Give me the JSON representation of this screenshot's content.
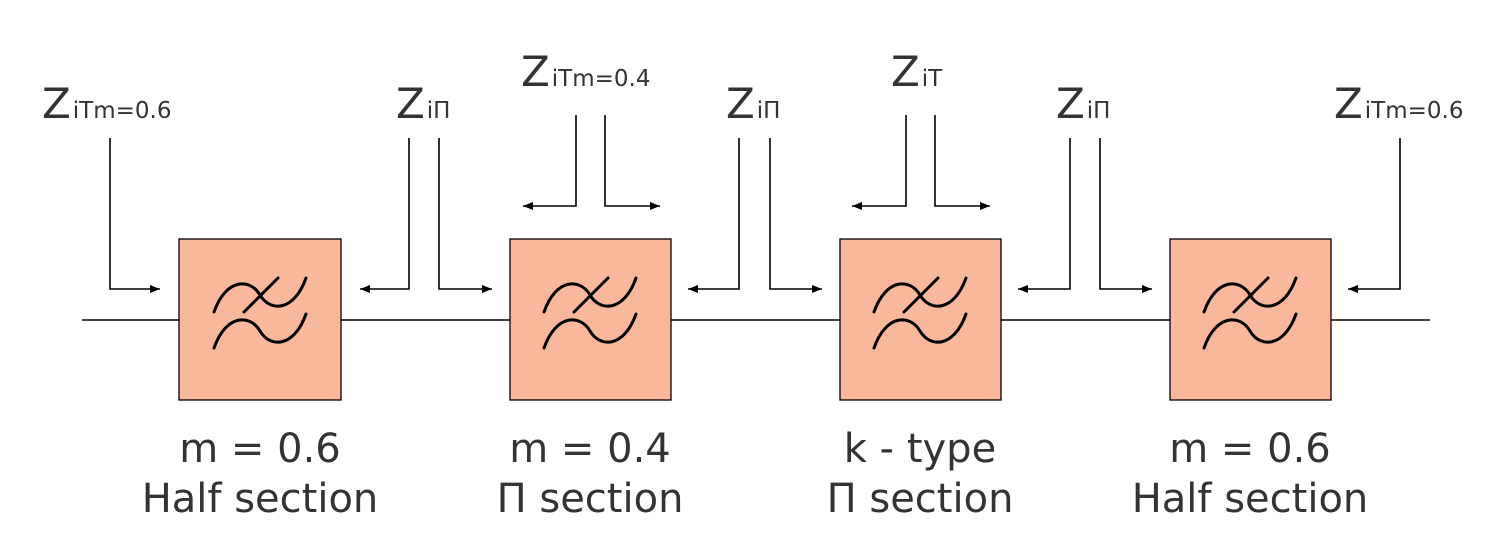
{
  "impedance_labels": [
    {
      "letter": "Z",
      "sub": "iTm=0.6"
    },
    {
      "letter": "Z",
      "sub": "iΠ"
    },
    {
      "letter": "Z",
      "sub": "iTm=0.4"
    },
    {
      "letter": "Z",
      "sub": "iΠ"
    },
    {
      "letter": "Z",
      "sub": "iT"
    },
    {
      "letter": "Z",
      "sub": "iΠ"
    },
    {
      "letter": "Z",
      "sub": "iTm=0.6"
    }
  ],
  "sections": [
    {
      "line1": "m = 0.6",
      "line2": "Half section"
    },
    {
      "line1": "m = 0.4",
      "line2": "Π section"
    },
    {
      "line1": "k - type",
      "line2": "Π section"
    },
    {
      "line1": "m = 0.6",
      "line2": "Half section"
    }
  ],
  "colors": {
    "filter_fill": "#f9b89b",
    "line": "#000000",
    "text": "#333333"
  }
}
